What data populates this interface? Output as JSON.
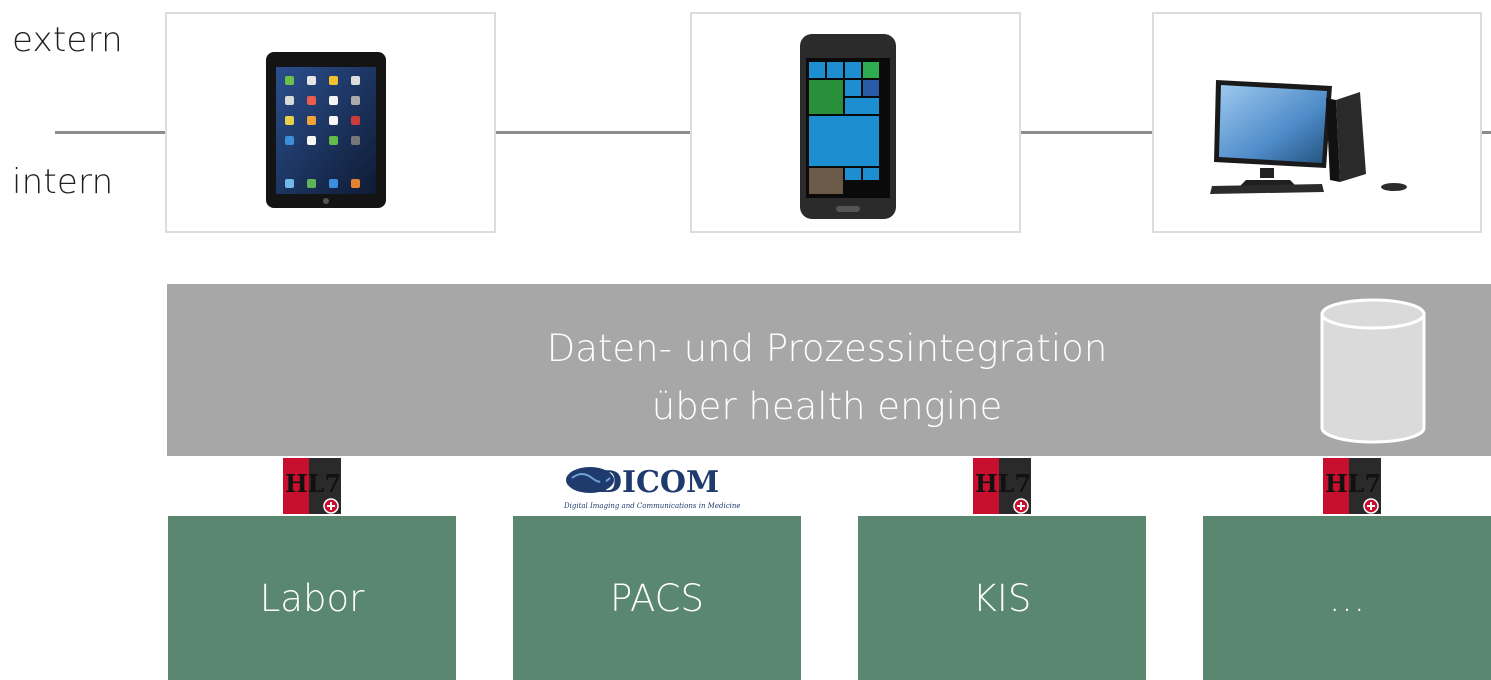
{
  "zones": {
    "external_label": "extern",
    "internal_label": "intern"
  },
  "devices": [
    {
      "name": "tablet",
      "icon": "tablet-icon"
    },
    {
      "name": "smartphone",
      "icon": "smartphone-icon"
    },
    {
      "name": "desktop-computer",
      "icon": "desktop-computer-icon"
    }
  ],
  "engine": {
    "line1": "Daten- und Prozessintegration",
    "line2": "über health engine",
    "icon": "database-icon"
  },
  "standards": [
    {
      "name": "HL7",
      "logo_text": "HL7",
      "icon": "hl7-logo-icon"
    },
    {
      "name": "DICOM",
      "logo_text": "DICOM",
      "tagline": "Digital Imaging and Communications in Medicine",
      "icon": "dicom-logo-icon"
    },
    {
      "name": "HL7",
      "logo_text": "HL7",
      "icon": "hl7-logo-icon"
    },
    {
      "name": "HL7",
      "logo_text": "HL7",
      "icon": "hl7-logo-icon"
    }
  ],
  "systems": [
    {
      "label": "Labor"
    },
    {
      "label": "PACS"
    },
    {
      "label": "KIS"
    },
    {
      "label": "…"
    }
  ],
  "colors": {
    "system_green": "#5a8770",
    "engine_gray": "#a7a7a7",
    "boundary_line": "#8c8c8c",
    "hl7_red": "#c8102e",
    "dicom_blue": "#1f3b6e"
  }
}
